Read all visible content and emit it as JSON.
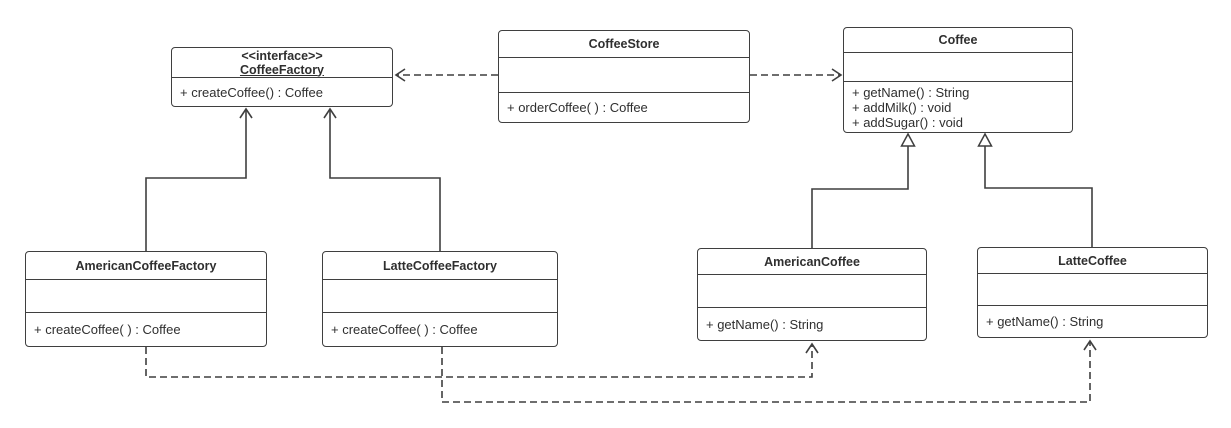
{
  "colors": {
    "line": "#3f3f3f",
    "text": "#2f2f2f",
    "box_background": "#ffffff"
  },
  "classes": {
    "coffee_factory": {
      "stereotype": "<<interface>>",
      "name": "CoffeeFactory",
      "methods": [
        "+ createCoffee() : Coffee"
      ]
    },
    "coffee_store": {
      "name": "CoffeeStore",
      "methods": [
        "+ orderCoffee( ) : Coffee"
      ]
    },
    "coffee": {
      "name": "Coffee",
      "methods": [
        "+ getName() : String",
        "+ addMilk() : void",
        "+ addSugar() : void"
      ]
    },
    "american_coffee_factory": {
      "name": "AmericanCoffeeFactory",
      "methods": [
        "+ createCoffee( ) : Coffee"
      ]
    },
    "latte_coffee_factory": {
      "name": "LatteCoffeeFactory",
      "methods": [
        "+ createCoffee( ) : Coffee"
      ]
    },
    "american_coffee": {
      "name": "AmericanCoffee",
      "methods": [
        "+ getName() : String"
      ]
    },
    "latte_coffee": {
      "name": "LatteCoffee",
      "methods": [
        "+ getName() : String"
      ]
    }
  },
  "relationships": [
    {
      "from": "CoffeeStore",
      "to": "CoffeeFactory",
      "type": "dependency",
      "line": "dashed",
      "arrowhead": "open"
    },
    {
      "from": "CoffeeStore",
      "to": "Coffee",
      "type": "dependency",
      "line": "dashed",
      "arrowhead": "open"
    },
    {
      "from": "AmericanCoffeeFactory",
      "to": "CoffeeFactory",
      "type": "realization",
      "line": "solid",
      "arrowhead": "open"
    },
    {
      "from": "LatteCoffeeFactory",
      "to": "CoffeeFactory",
      "type": "realization",
      "line": "solid",
      "arrowhead": "open"
    },
    {
      "from": "AmericanCoffee",
      "to": "Coffee",
      "type": "generalization",
      "line": "solid",
      "arrowhead": "hollow-triangle"
    },
    {
      "from": "LatteCoffee",
      "to": "Coffee",
      "type": "generalization",
      "line": "solid",
      "arrowhead": "hollow-triangle"
    },
    {
      "from": "AmericanCoffeeFactory",
      "to": "AmericanCoffee",
      "type": "dependency",
      "line": "dashed",
      "arrowhead": "open"
    },
    {
      "from": "LatteCoffeeFactory",
      "to": "LatteCoffee",
      "type": "dependency",
      "line": "dashed",
      "arrowhead": "open"
    }
  ]
}
